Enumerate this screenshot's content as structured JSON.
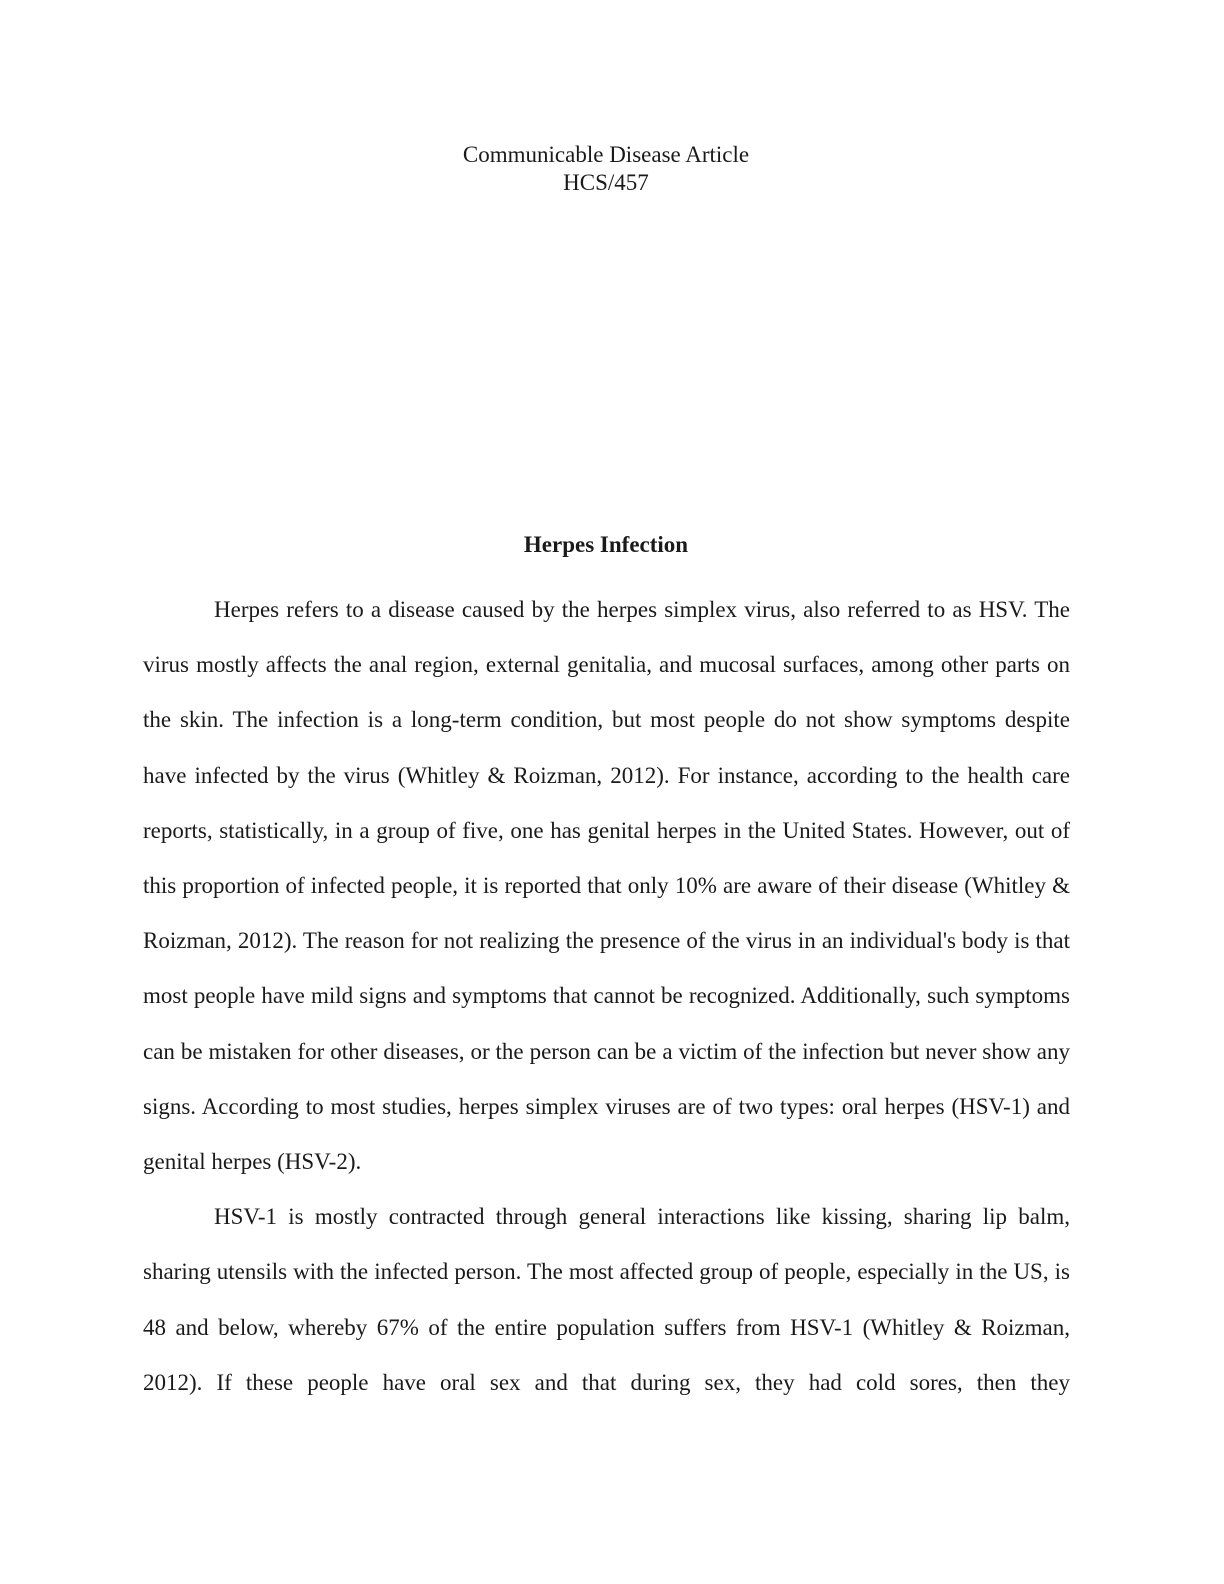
{
  "cover": {
    "title": "Communicable Disease Article",
    "course": "HCS/457"
  },
  "article": {
    "heading": "Herpes Infection",
    "paragraphs": [
      "Herpes refers to a disease caused by the herpes simplex virus, also referred to as HSV. The virus mostly affects the anal region, external genitalia, and mucosal surfaces, among other parts on the skin. The infection is a long-term condition, but most people do not show symptoms despite have infected by the virus (Whitley & Roizman, 2012). For instance, according to the health care reports, statistically, in a group of five, one has genital herpes in the United States. However, out of this proportion of infected people, it is reported that only 10% are aware of their disease (Whitley & Roizman, 2012). The reason for not realizing the presence of the virus in an individual's body is that most people have mild signs and symptoms that cannot be recognized. Additionally, such symptoms can be mistaken for other diseases, or the person can be a victim of the infection but never show any signs. According to most studies, herpes simplex viruses are of two types: oral herpes (HSV-1) and genital herpes (HSV-2).",
      "HSV-1 is mostly contracted through general interactions like kissing, sharing lip balm, sharing utensils with the infected person. The most affected group of people, especially in the US, is 48 and below, whereby 67% of the entire population suffers from HSV-1 (Whitley & Roizman, 2012). If these people have oral sex and that during sex, they had cold sores, then they"
    ]
  }
}
